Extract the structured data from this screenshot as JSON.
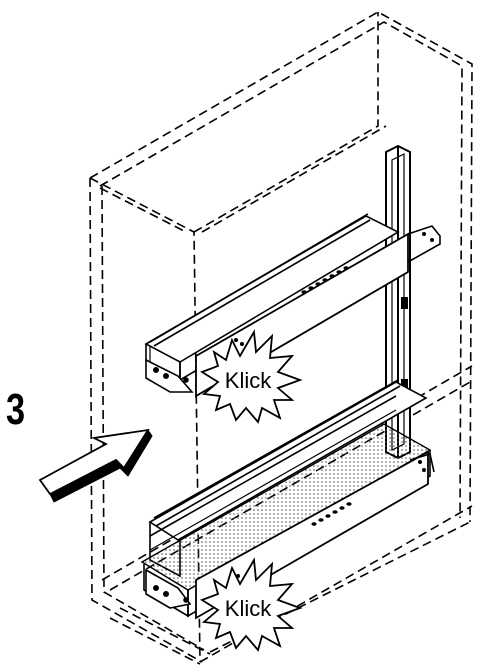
{
  "diagram": {
    "step_number": "3",
    "burst_labels": [
      "Klick",
      "Klick"
    ],
    "colors": {
      "line": "#000000",
      "background": "#ffffff",
      "mesh": "#555555"
    }
  }
}
